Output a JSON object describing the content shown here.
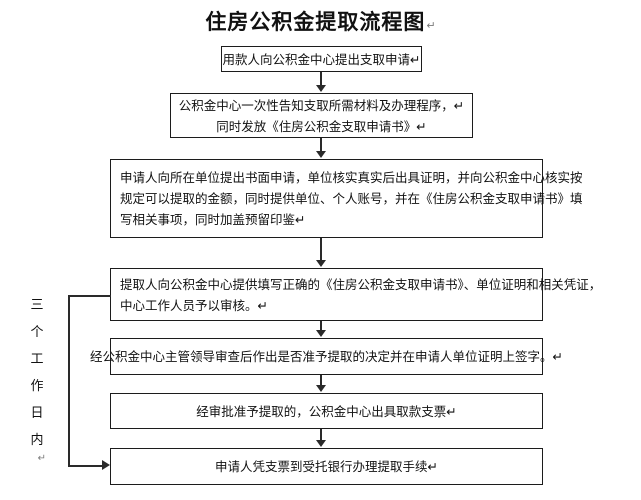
{
  "title": {
    "text": "住房公积金提取流程图",
    "paragraph_mark": "↵"
  },
  "side_label": {
    "chars": [
      "三",
      "个",
      "工",
      "作",
      "日",
      "内"
    ],
    "paragraph_mark": "↵",
    "full_text": "三个工作日内"
  },
  "chart_data": {
    "type": "diagram",
    "diagram_type": "flowchart",
    "orientation": "top-to-bottom",
    "title": "住房公积金提取流程图",
    "node_count": 7,
    "nodes": [
      {
        "id": "node-1",
        "step": 1,
        "align": "center",
        "lines": [
          "用款人向公积金中心提出支取申请↵"
        ]
      },
      {
        "id": "node-2",
        "step": 2,
        "align": "center",
        "lines": [
          "公积金中心一次性告知支取所需材料及办理程序，↵",
          "同时发放《住房公积金支取申请书》↵"
        ]
      },
      {
        "id": "node-3",
        "step": 3,
        "align": "left",
        "lines": [
          "申请人向所在单位提出书面申请，单位核实真实后出具证明，并向公积金中心核实按",
          "规定可以提取的金额，同时提供单位、个人账号，并在《住房公积金支取申请书》填",
          "写相关事项，同时加盖预留印鉴↵"
        ]
      },
      {
        "id": "node-4",
        "step": 4,
        "align": "left",
        "lines": [
          "提取人向公积金中心提供填写正确的《住房公积金支取申请书》、单位证明和相关凭证，",
          "中心工作人员予以审核。↵"
        ]
      },
      {
        "id": "node-5",
        "step": 5,
        "align": "center",
        "lines": [
          "经公积金中心主管领导审查后作出是否准予提取的决定并在申请人单位证明上签字。↵"
        ]
      },
      {
        "id": "node-6",
        "step": 6,
        "align": "center",
        "lines": [
          "经审批准予提取的，公积金中心出具取款支票↵"
        ]
      },
      {
        "id": "node-7",
        "step": 7,
        "align": "center",
        "lines": [
          "申请人凭支票到受托银行办理提取手续↵"
        ]
      }
    ],
    "edges": [
      {
        "from": "node-1",
        "to": "node-2",
        "style": "arrow-down"
      },
      {
        "from": "node-2",
        "to": "node-3",
        "style": "arrow-down"
      },
      {
        "from": "node-3",
        "to": "node-4",
        "style": "arrow-down"
      },
      {
        "from": "node-4",
        "to": "node-5",
        "style": "arrow-down"
      },
      {
        "from": "node-5",
        "to": "node-6",
        "style": "arrow-down"
      },
      {
        "from": "node-6",
        "to": "node-7",
        "style": "arrow-down"
      },
      {
        "from": "node-4",
        "to": "node-7",
        "style": "bracket-left-arrow-right",
        "annotation": "三个工作日内"
      }
    ],
    "colors": {
      "background": "#ffffff",
      "box_border": "#1c1c1c",
      "connector": "#2a2a2a",
      "text": "#111111",
      "paragraph_mark": "#7a7a7a"
    }
  }
}
